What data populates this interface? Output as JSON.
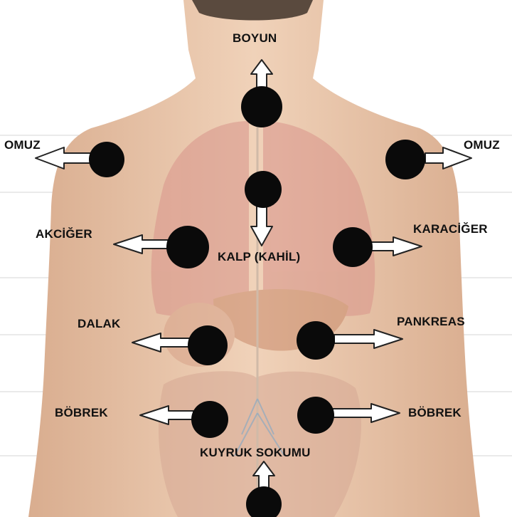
{
  "labels": {
    "neck": "BOYUN",
    "shoulder_left": "OMUZ",
    "shoulder_right": "OMUZ",
    "lung": "AKCİĞER",
    "liver": "KARACİĞER",
    "heart": "KALP (KAHİL)",
    "spleen": "DALAK",
    "pancreas": "PANKREAS",
    "kidney_left": "BÖBREK",
    "kidney_right": "BÖBREK",
    "tailbone": "KUYRUK SOKUMU"
  },
  "colors": {
    "skin": "#e9c6aa",
    "organ": "#d99a8e",
    "dot": "#0a0a0a",
    "arrow_stroke": "#222222",
    "arrow_fill": "#ffffff"
  }
}
